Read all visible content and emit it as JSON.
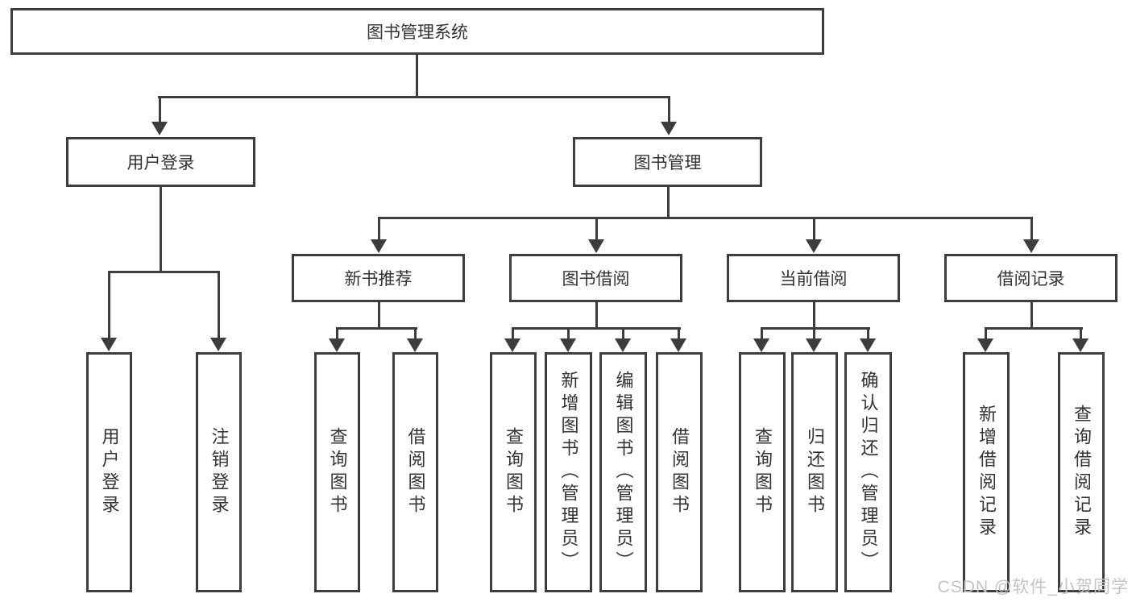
{
  "colors": {
    "line": "#3d3d3d",
    "text": "#333333",
    "watermark": "#c4c4c4",
    "background": "#ffffff"
  },
  "tree": {
    "root": "图书管理系统",
    "branches": [
      {
        "label": "用户登录",
        "children": [
          "用户登录",
          "注销登录"
        ]
      },
      {
        "label": "图书管理",
        "children": [
          {
            "label": "新书推荐",
            "children": [
              "查询图书",
              "借阅图书"
            ]
          },
          {
            "label": "图书借阅",
            "children": [
              "查询图书",
              "新增图书（管理员）",
              "编辑图书（管理员）",
              "借阅图书"
            ]
          },
          {
            "label": "当前借阅",
            "children": [
              "查询图书",
              "归还图书",
              "确认归还（管理员）"
            ]
          },
          {
            "label": "借阅记录",
            "children": [
              "新增借阅记录",
              "查询借阅记录"
            ]
          }
        ]
      }
    ]
  },
  "watermark": {
    "text": "CSDN @软件_小贺同学"
  }
}
